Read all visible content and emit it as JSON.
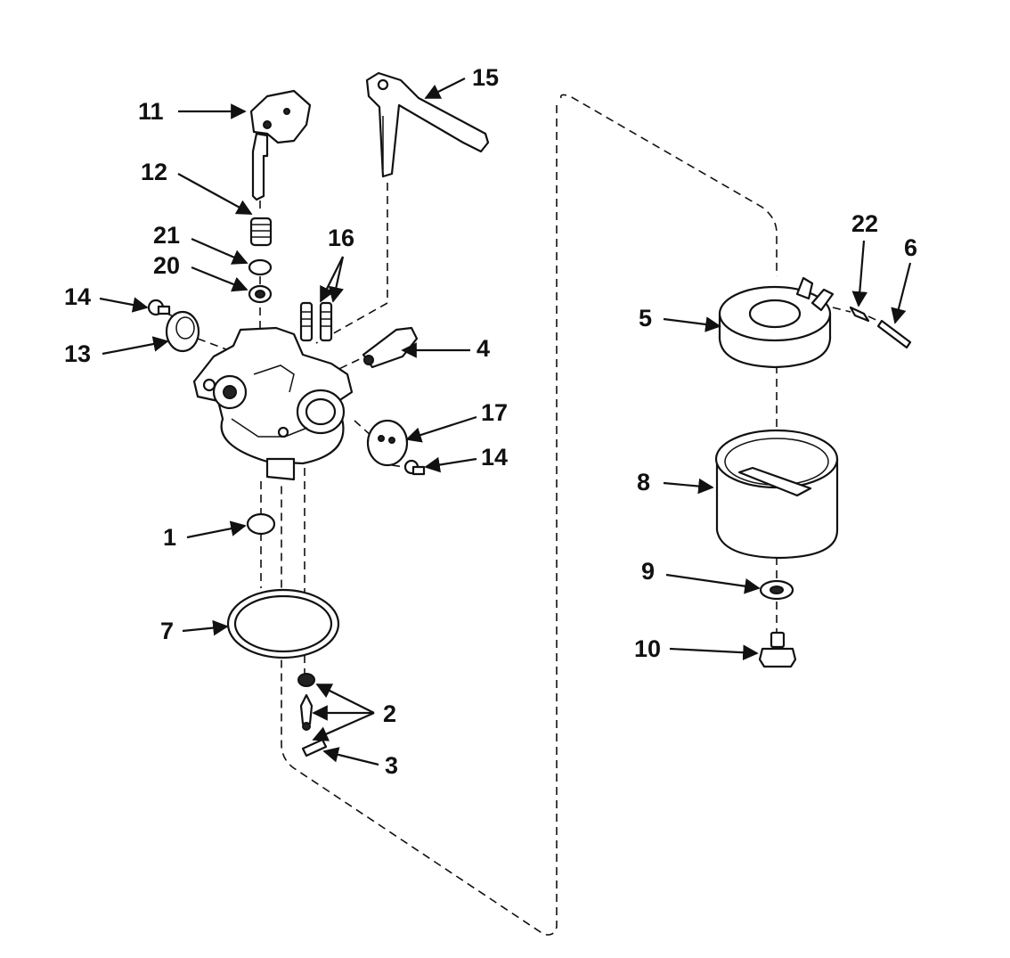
{
  "diagram": {
    "callouts": {
      "c1": "1",
      "c2": "2",
      "c3": "3",
      "c4": "4",
      "c5": "5",
      "c6": "6",
      "c7": "7",
      "c8": "8",
      "c9": "9",
      "c10": "10",
      "c11": "11",
      "c12": "12",
      "c13": "13",
      "c14a": "14",
      "c14b": "14",
      "c15": "15",
      "c16": "16",
      "c17": "17",
      "c20": "20",
      "c21": "21",
      "c22": "22"
    },
    "colors": {
      "ink": "#111111",
      "paper": "#ffffff"
    }
  }
}
